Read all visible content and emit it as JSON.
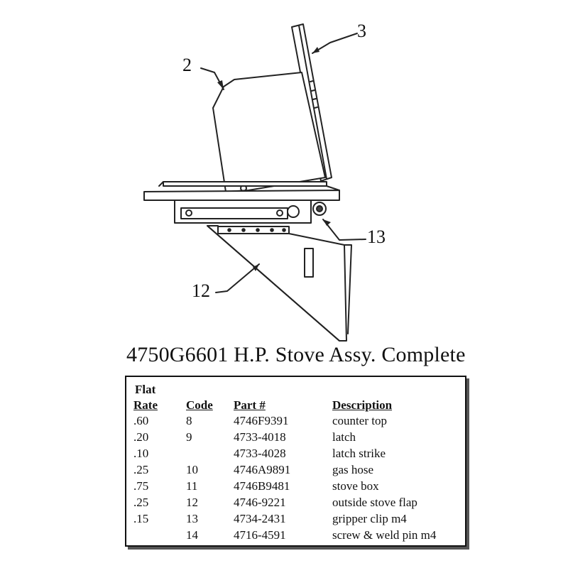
{
  "callouts": {
    "c2": "2",
    "c3": "3",
    "c12": "12",
    "c13": "13"
  },
  "assembly_title": "4750G6601 H.P. Stove Assy. Complete",
  "table": {
    "header_flat": "Flat",
    "headers": {
      "rate": "Rate",
      "code": "Code",
      "part": "Part #",
      "description": "Description"
    },
    "rows": [
      {
        "rate": ".60",
        "code": "8",
        "part": "4746F9391",
        "description": "counter top"
      },
      {
        "rate": ".20",
        "code": "9",
        "part": "4733-4018",
        "description": "latch"
      },
      {
        "rate": ".10",
        "code": "",
        "part": "4733-4028",
        "description": "latch strike"
      },
      {
        "rate": ".25",
        "code": "10",
        "part": "4746A9891",
        "description": "gas hose"
      },
      {
        "rate": ".75",
        "code": "11",
        "part": "4746B9481",
        "description": "stove box"
      },
      {
        "rate": ".25",
        "code": "12",
        "part": "4746-9221",
        "description": "outside stove flap"
      },
      {
        "rate": ".15",
        "code": "13",
        "part": "4734-2431",
        "description": "gripper clip m4"
      },
      {
        "rate": "",
        "code": "14",
        "part": "4716-4591",
        "description": "screw & weld pin m4"
      }
    ]
  }
}
